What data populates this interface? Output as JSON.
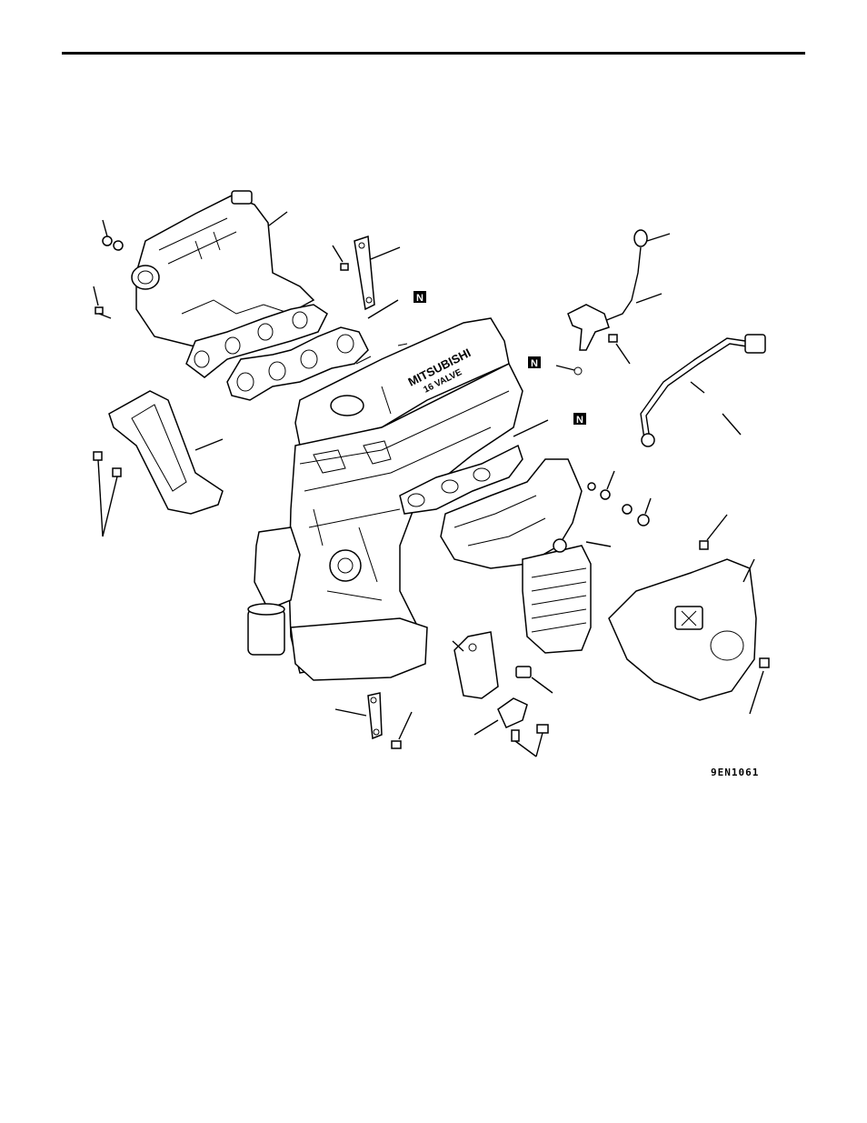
{
  "figure": {
    "id": "9EN1061",
    "engine_brand": "MITSUBISHI",
    "engine_variant": "16 VALVE",
    "new_part_marker": "N",
    "colors": {
      "line": "#000000",
      "background": "#ffffff",
      "badge": "#000000"
    }
  }
}
